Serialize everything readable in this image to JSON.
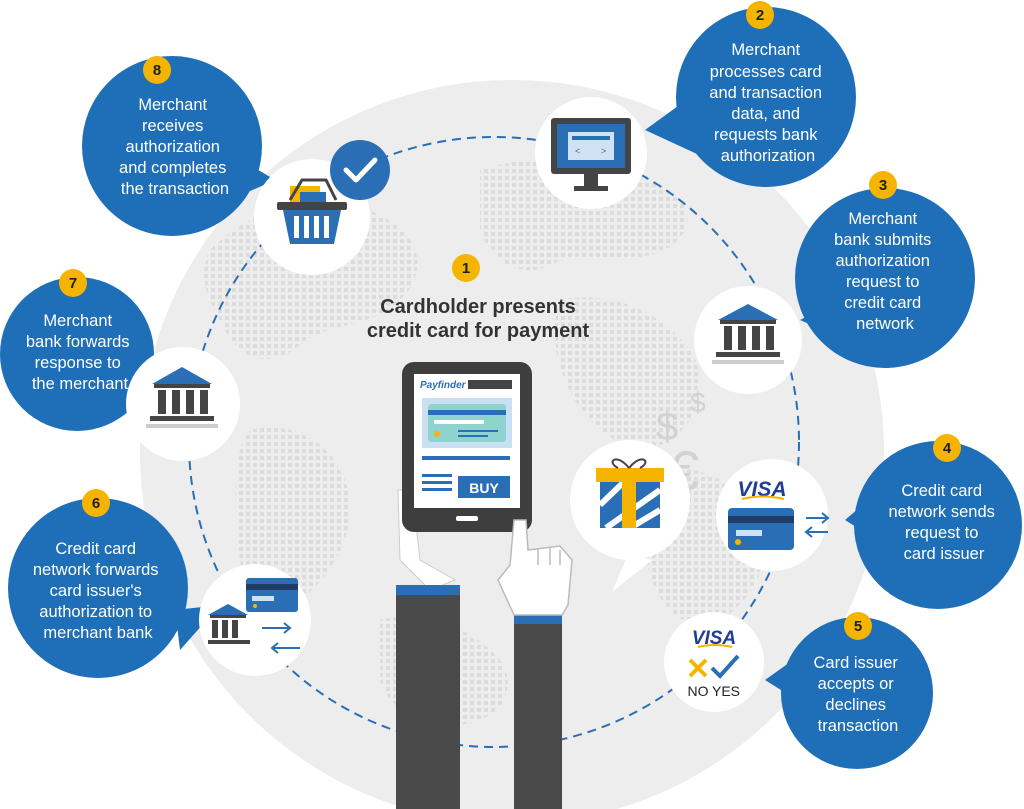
{
  "colors": {
    "bubble": "#1f6fb8",
    "badge": "#f5b400",
    "dashed_path": "#2a6fb5",
    "globe": "#e9e9e9",
    "dark_gray": "#4a4a4a",
    "icon_blue": "#2a6fb5"
  },
  "center": {
    "step": "1",
    "title_line1": "Cardholder presents",
    "title_line2": "credit card for payment"
  },
  "tablet": {
    "brand": "Payfinder",
    "buy_label": "BUY"
  },
  "currency": {
    "dollar": "$",
    "euro": "€"
  },
  "visa_card": {
    "brand": "VISA"
  },
  "visa_decision": {
    "brand": "VISA",
    "no_label": "NO",
    "yes_label": "YES"
  },
  "steps": [
    {
      "number": "2",
      "lines": [
        "Merchant",
        "processes card",
        "and transaction",
        "data, and",
        "requests bank",
        "authorization"
      ]
    },
    {
      "number": "3",
      "lines": [
        "Merchant",
        "bank submits",
        "authorization",
        "request to",
        "credit card",
        "network"
      ]
    },
    {
      "number": "4",
      "lines": [
        "Credit card",
        "network sends",
        "request to",
        "card issuer"
      ]
    },
    {
      "number": "5",
      "lines": [
        "Card issuer",
        "accepts or",
        "declines",
        "transaction"
      ]
    },
    {
      "number": "6",
      "lines": [
        "Credit card",
        "network forwards",
        "card issuer's",
        "authorization to",
        "merchant bank"
      ]
    },
    {
      "number": "7",
      "lines": [
        "Merchant",
        "bank forwards",
        "response to",
        "the merchant"
      ]
    },
    {
      "number": "8",
      "lines": [
        "Merchant",
        "receives",
        "authorization",
        "and completes",
        "the transaction"
      ]
    }
  ]
}
